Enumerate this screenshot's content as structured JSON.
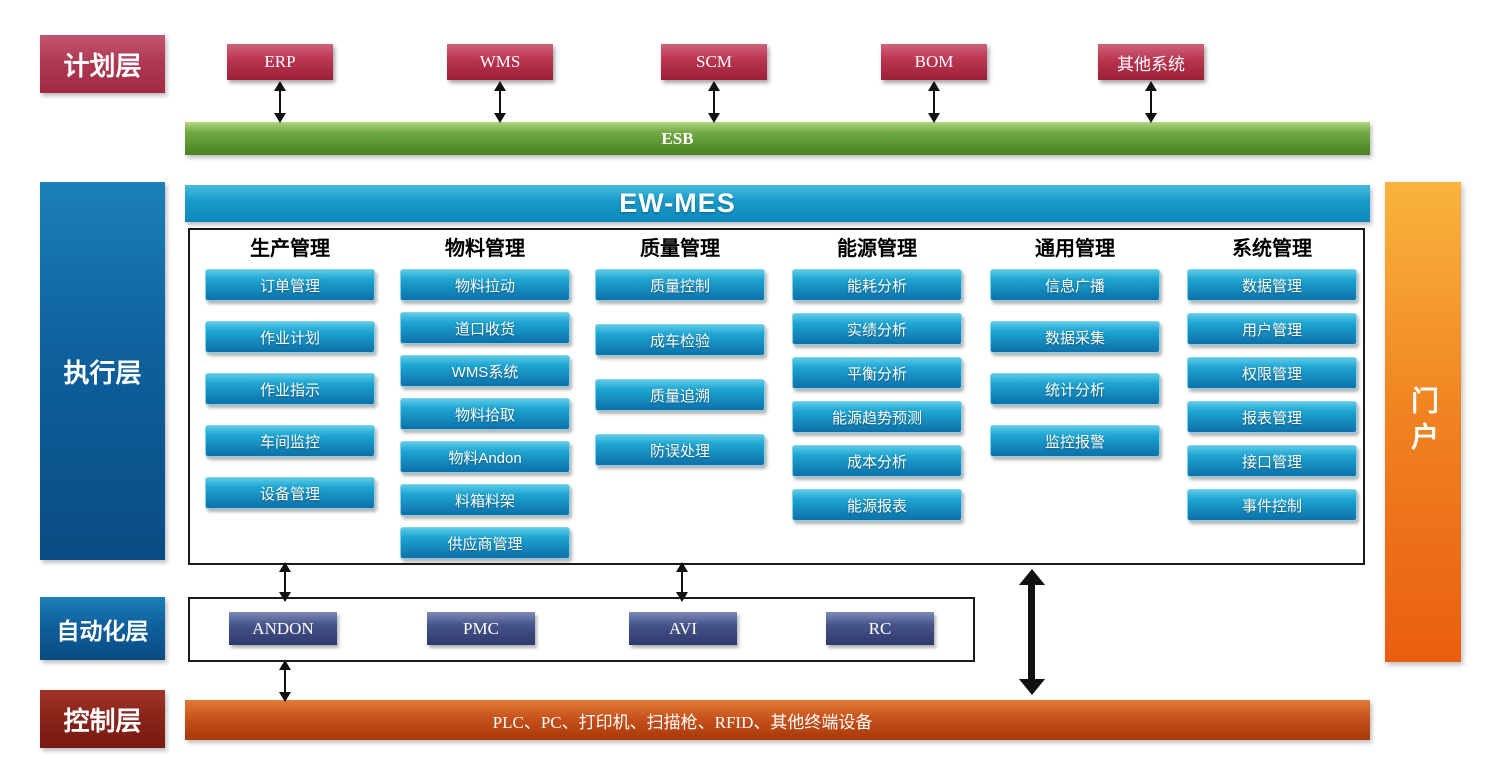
{
  "layers": {
    "planning": "计划层",
    "execution": "执行层",
    "automation": "自动化层",
    "control": "控制层"
  },
  "portal_label": "门户",
  "esb_label": "ESB",
  "mes_title": "EW-MES",
  "planning_systems": [
    "ERP",
    "WMS",
    "SCM",
    "BOM",
    "其他系统"
  ],
  "mes_columns": [
    {
      "header": "生产管理",
      "items": [
        "订单管理",
        "作业计划",
        "作业指示",
        "车间监控",
        "设备管理"
      ]
    },
    {
      "header": "物料管理",
      "items": [
        "物料拉动",
        "道口收货",
        "WMS系统",
        "物料拾取",
        "物料Andon",
        "料箱料架",
        "供应商管理"
      ]
    },
    {
      "header": "质量管理",
      "items": [
        "质量控制",
        "成车检验",
        "质量追溯",
        "防误处理"
      ]
    },
    {
      "header": "能源管理",
      "items": [
        "能耗分析",
        "实绩分析",
        "平衡分析",
        "能源趋势预测",
        "成本分析",
        "能源报表"
      ]
    },
    {
      "header": "通用管理",
      "items": [
        "信息广播",
        "数据采集",
        "统计分析",
        "监控报警"
      ]
    },
    {
      "header": "系统管理",
      "items": [
        "数据管理",
        "用户管理",
        "权限管理",
        "报表管理",
        "接口管理",
        "事件控制"
      ]
    }
  ],
  "automation_systems": [
    "ANDON",
    "PMC",
    "AVI",
    "RC"
  ],
  "control_devices": "PLC、PC、打印机、扫描枪、RFID、其他终端设备",
  "colors": {
    "planning_red": "#b03a54",
    "esb_green": "#55902c",
    "mes_blue": "#169aca",
    "module_blue": "#0d70a9",
    "automation_navy": "#46538a",
    "control_orange": "#c8521c",
    "portal_orange": "#f08120",
    "control_layer_maroon": "#8a251a"
  }
}
